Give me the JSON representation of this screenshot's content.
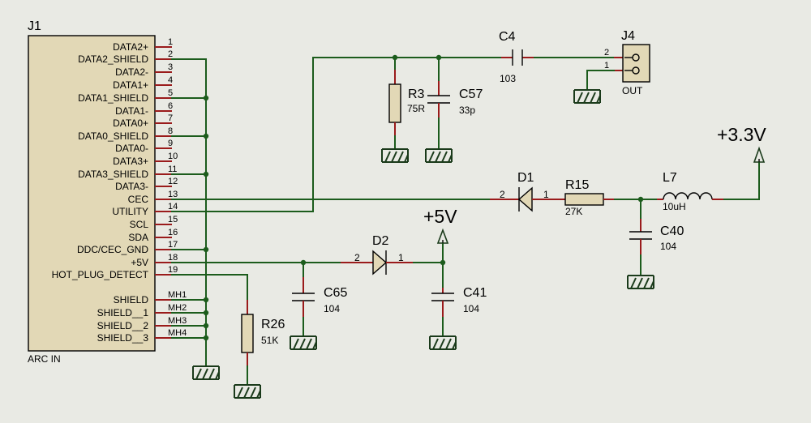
{
  "connector": {
    "ref": "J1",
    "value": "ARC IN",
    "pins": [
      {
        "num": "1",
        "name": "DATA2+"
      },
      {
        "num": "2",
        "name": "DATA2_SHIELD"
      },
      {
        "num": "3",
        "name": "DATA2-"
      },
      {
        "num": "4",
        "name": "DATA1+"
      },
      {
        "num": "5",
        "name": "DATA1_SHIELD"
      },
      {
        "num": "6",
        "name": "DATA1-"
      },
      {
        "num": "7",
        "name": "DATA0+"
      },
      {
        "num": "8",
        "name": "DATA0_SHIELD"
      },
      {
        "num": "9",
        "name": "DATA0-"
      },
      {
        "num": "10",
        "name": "DATA3+"
      },
      {
        "num": "11",
        "name": "DATA3_SHIELD"
      },
      {
        "num": "12",
        "name": "DATA3-"
      },
      {
        "num": "13",
        "name": "CEC"
      },
      {
        "num": "14",
        "name": "UTILITY"
      },
      {
        "num": "15",
        "name": "SCL"
      },
      {
        "num": "16",
        "name": "SDA"
      },
      {
        "num": "17",
        "name": "DDC/CEC_GND"
      },
      {
        "num": "18",
        "name": "+5V"
      },
      {
        "num": "19",
        "name": "HOT_PLUG_DETECT"
      },
      {
        "num": "MH1",
        "name": "SHIELD"
      },
      {
        "num": "MH2",
        "name": "SHIELD__1"
      },
      {
        "num": "MH3",
        "name": "SHIELD__2"
      },
      {
        "num": "MH4",
        "name": "SHIELD__3"
      }
    ]
  },
  "components": {
    "c4": {
      "ref": "C4",
      "value": "103"
    },
    "j4": {
      "ref": "J4",
      "value": "OUT",
      "pin1": "1",
      "pin2": "2"
    },
    "r3": {
      "ref": "R3",
      "value": "75R"
    },
    "c57": {
      "ref": "C57",
      "value": "33p"
    },
    "d1": {
      "ref": "D1",
      "pin1": "1",
      "pin2": "2"
    },
    "r15": {
      "ref": "R15",
      "value": "27K"
    },
    "l7": {
      "ref": "L7",
      "value": "10uH"
    },
    "c40": {
      "ref": "C40",
      "value": "104"
    },
    "d2": {
      "ref": "D2",
      "pin1": "1",
      "pin2": "2"
    },
    "c65": {
      "ref": "C65",
      "value": "104"
    },
    "c41": {
      "ref": "C41",
      "value": "104"
    },
    "r26": {
      "ref": "R26",
      "value": "51K"
    }
  },
  "power": {
    "v33": "+3.3V",
    "v5": "+5V"
  },
  "colors": {
    "background": "#e9eae4",
    "wire": "#1c5c1c",
    "pin": "#9a1b1b",
    "body_fill": "#e2d8b6"
  }
}
